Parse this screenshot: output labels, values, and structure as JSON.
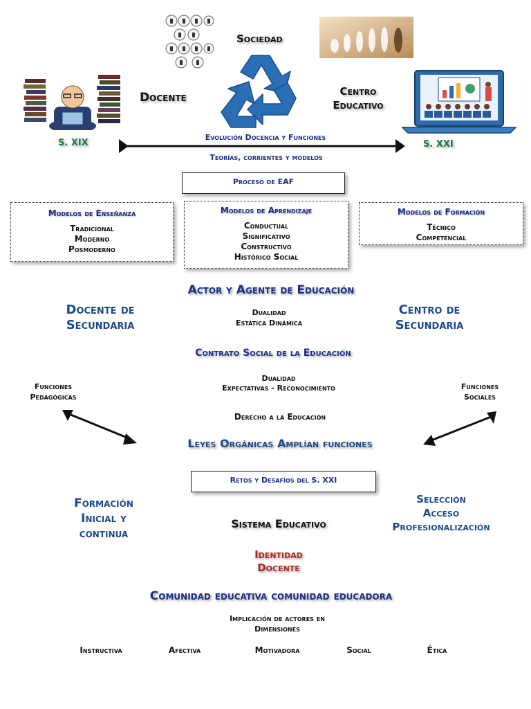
{
  "header": {
    "sociedad": "Sociedad",
    "docente": "Docente",
    "centro_line1": "Centro",
    "centro_line2": "Educativo",
    "sxix": "S. XIX",
    "sxxi": "S. XXI",
    "evolucion": "Evolución Docencia y Funciones",
    "teorias": "Teorías, corrientes y modelos",
    "proceso": "Proceso de EAF"
  },
  "models": {
    "ensenanza": {
      "title": "Modelos de Enseñanza",
      "items": [
        "Tradicional",
        "Moderno",
        "Posmoderno"
      ]
    },
    "aprendizaje": {
      "title": "Modelos de Aprendizaje",
      "items": [
        "Conductual",
        "Significativo",
        "Constructivo",
        "Histórico Social"
      ]
    },
    "formacion": {
      "title": "Modelos de Formación",
      "items": [
        "Técnico",
        "Competencial"
      ]
    }
  },
  "actor": {
    "title": "Actor y Agente de Educación",
    "docente_l1": "Docente de",
    "docente_l2": "Secundaria",
    "centro_l1": "Centro de",
    "centro_l2": "Secundaria",
    "dualidad": "Dualidad",
    "estatica": "Estática Dinámica"
  },
  "contrato": {
    "title": "Contrato Social de la Educación",
    "dualidad": "Dualidad",
    "expectativas": "Expectativas - Reconocimiento",
    "func_ped_l1": "Funciones",
    "func_ped_l2": "Pedagógicas",
    "func_soc_l1": "Funciones",
    "func_soc_l2": "Sociales",
    "derecho": "Derecho a la Educación",
    "leyes": "Leyes Orgánicas Amplían funciones"
  },
  "retos": {
    "box": "Retos y Desafíos del S. XXI",
    "formacion_l1": "Formación",
    "formacion_l2": "Inicial y",
    "formacion_l3": "continua",
    "sistema": "Sistema Educativo",
    "seleccion": "Selección",
    "acceso": "Acceso",
    "profesionalizacion": "Profesionalización",
    "identidad_l1": "Identidad",
    "identidad_l2": "Docente"
  },
  "comunidad": {
    "title": "Comunidad educativa comunidad educadora",
    "implicacion_l1": "Implicación de actores en",
    "implicacion_l2": "Dimensiones",
    "dimensions": [
      "Instructiva",
      "Afectiva",
      "Motivadora",
      "Social",
      "Ética"
    ]
  },
  "icons": [
    "people-grid-icon",
    "recycle-icon",
    "evolution-image",
    "teacher-books-image",
    "laptop-classroom-image"
  ],
  "colors": {
    "navy": "#1a2f88",
    "green": "#1e7a3a",
    "red": "#b0241c",
    "recycle": "#2a6fb5"
  }
}
